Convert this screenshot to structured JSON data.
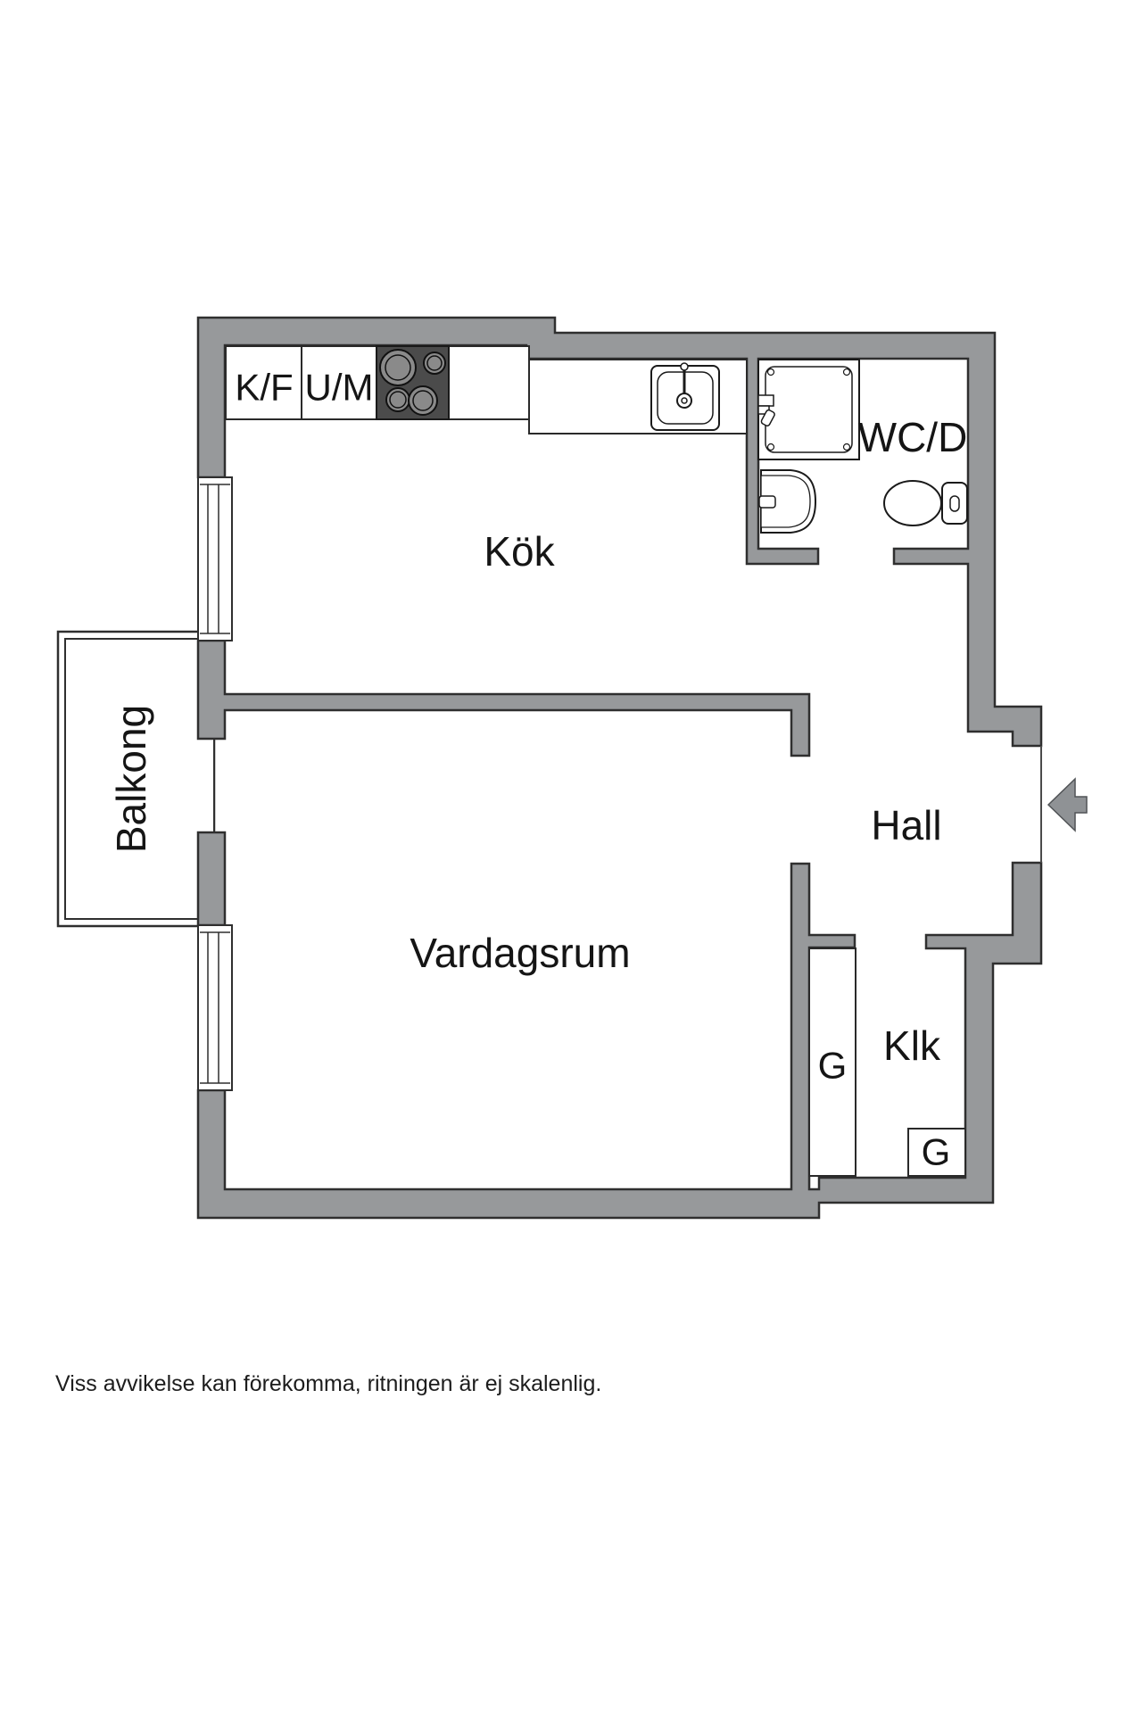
{
  "title": "Apartment floor plan",
  "colors": {
    "background": "#ffffff",
    "wall_fill": "#97999b",
    "wall_outline": "#2f2f2f",
    "stove_fill": "#4b4b4b",
    "burner_fill": "#8a8a8a",
    "fixture_outline": "#1a1a1a",
    "text": "#151515",
    "arrow_fill": "#8f9295"
  },
  "rooms": {
    "kitchen": "Kök",
    "living_room": "Vardagsrum",
    "hall": "Hall",
    "bathroom": "WC/D",
    "closet_room": "Klk",
    "balcony": "Balkong"
  },
  "cabinets": {
    "fridge_freezer": "K/F",
    "washer_dryer": "U/M",
    "wardrobe_tall": "G",
    "wardrobe_small": "G"
  },
  "footer": {
    "disclaimer": "Viss avvikelse kan förekomma, ritningen är ej skalenlig."
  }
}
